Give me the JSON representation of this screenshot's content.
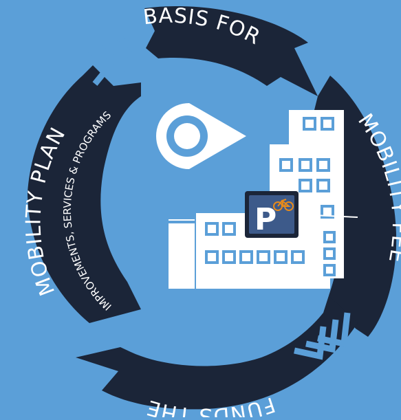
{
  "colors": {
    "background": "#5b9fd8",
    "ring": "#1b2538",
    "ring_text": "#ffffff",
    "city_icon": "#ffffff",
    "parking_sign": "#1b2538",
    "window": "#5b9fd8"
  },
  "ring_labels": {
    "top": "BASIS FOR",
    "right": "MOBILITY FEE",
    "bottom": "FUNDS THE",
    "left_main": "MOBILITY PLAN",
    "left_sub": "IMPROVEMENTS, SERVICES & PROGRAMS"
  },
  "center_icons": {
    "location_pin": "location-pin-icon",
    "buildings": "city-buildings-icon",
    "parking_sign_letter": "P",
    "bicycle": "bicycle-icon"
  }
}
